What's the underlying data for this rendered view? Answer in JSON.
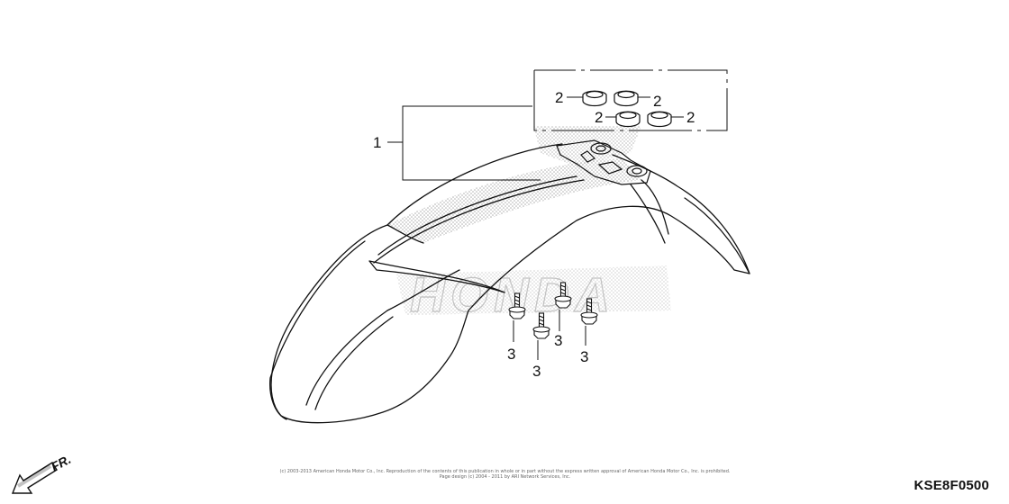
{
  "callouts": {
    "part_1": "1",
    "part_2": "2",
    "part_3": "3"
  },
  "direction_arrow": {
    "label": "FR."
  },
  "copyright": {
    "line1": "(c) 2003-2013 American Honda Motor Co., Inc. Reproduction of the contents of this publication in whole or in part without the express written approval of American Honda Motor Co., Inc. is prohibited.",
    "line2": "Page design (c) 2004 - 2011 by ARI Network Services, Inc."
  },
  "diagram_code": "KSE8F0500",
  "watermark": {
    "text": "HONDA"
  },
  "colors": {
    "line": "#111111",
    "stipple": "#b0b0b0"
  }
}
